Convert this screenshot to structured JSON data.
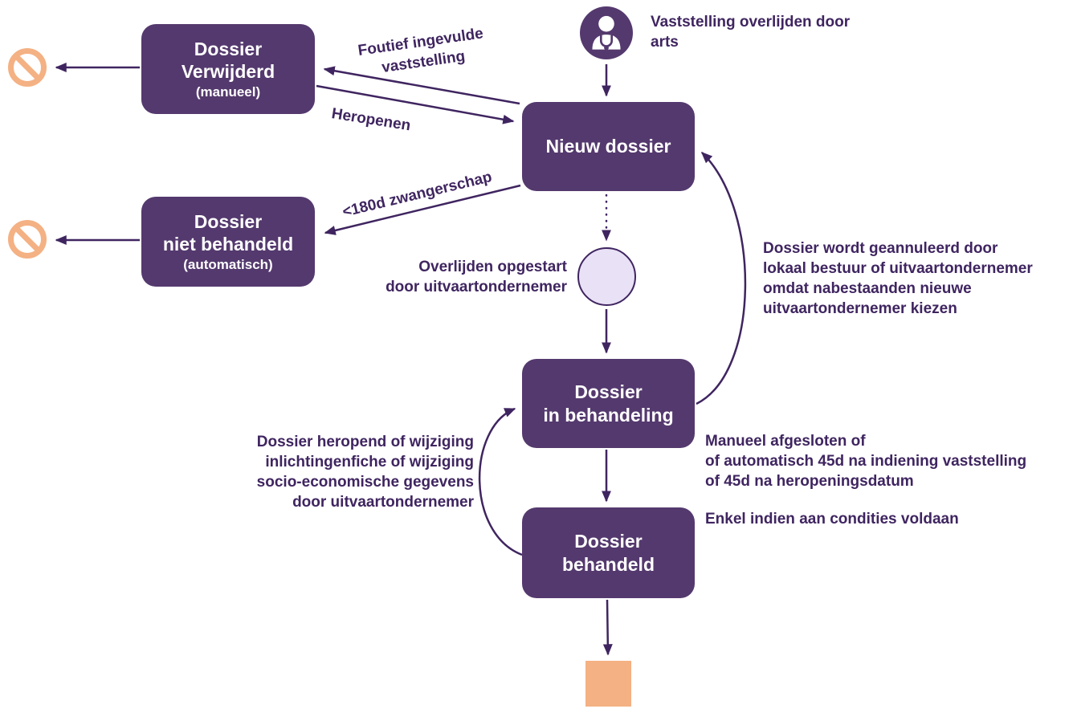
{
  "colors": {
    "node_purple": "#54396E",
    "text_purple": "#3F2560",
    "orange": "#F4B183",
    "state_circle_fill": "#E9E1F6",
    "background": "#FFFFFF"
  },
  "actor": {
    "label": "Vaststelling overlijden door\narts"
  },
  "nodes": {
    "nieuw": {
      "label": "Nieuw dossier"
    },
    "verwijderd": {
      "label": "Dossier\nVerwijderd",
      "sub": "(manueel)"
    },
    "niet_behandeld": {
      "label": "Dossier\nniet behandeld",
      "sub": "(automatisch)"
    },
    "in_behandeling": {
      "label": "Dossier\nin behandeling"
    },
    "behandeld": {
      "label": "Dossier\nbehandeld"
    }
  },
  "labels": {
    "foutief": "Foutief ingevulde\nvaststelling",
    "heropenen": "Heropenen",
    "zwangerschap": "<180d zwangerschap",
    "overlijden": "Overlijden opgestart\ndoor uitvaartondernemer",
    "geannuleerd": "Dossier wordt geannuleerd door\nlokaal bestuur of uitvaartondernemer\nomdat nabestaanden nieuwe\nuitvaartondernemer kiezen",
    "afsluiten": "Manueel afgesloten of\nof automatisch 45d na indiening vaststelling\nof 45d na heropeningsdatum",
    "condities": "Enkel indien aan condities voldaan",
    "heropend": "Dossier heropend of wijziging\ninlichtingenfiche of wijziging\nsocio-economische gegevens\ndoor uitvaartondernemer"
  },
  "icons": {
    "actor": "doctor-icon",
    "terminated": "no-entry-icon",
    "initial_substate": "state-circle",
    "final_state": "end-square"
  }
}
